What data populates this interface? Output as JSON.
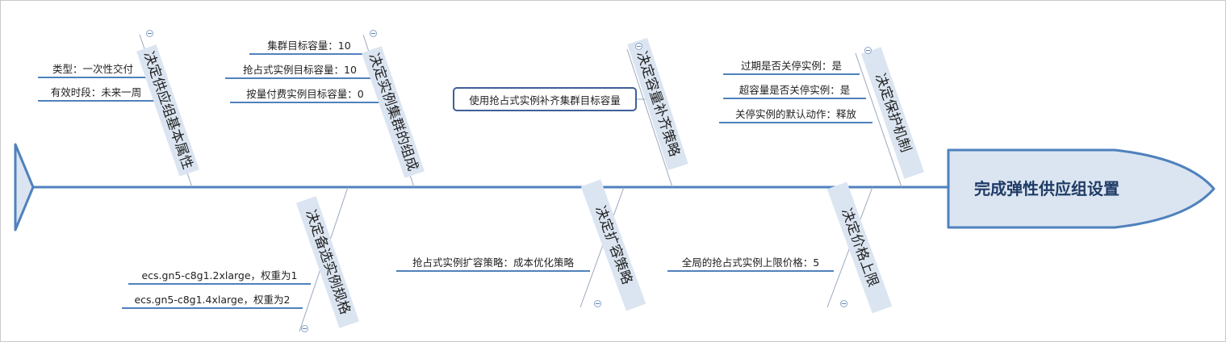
{
  "head": {
    "title": "完成弹性供应组设置"
  },
  "branches": [
    {
      "label": "决定供应组基本属性",
      "leaves": [
        "类型：一次性交付",
        "有效时段：未来一周"
      ]
    },
    {
      "label": "决定实例集群的组成",
      "leaves": [
        "集群目标容量：10",
        "抢占式实例目标容量：10",
        "按量付费实例目标容量：0"
      ]
    },
    {
      "label": "决定容量补齐策略",
      "leaves": [
        "使用抢占式实例补齐集群目标容量"
      ]
    },
    {
      "label": "决定保护机制",
      "leaves": [
        "过期是否关停实例：是",
        "超容量是否关停实例：是",
        "关停实例的默认动作：释放"
      ]
    },
    {
      "label": "决定备选实例规格",
      "leaves": [
        "ecs.gn5-c8g1.2xlarge，权重为1",
        "ecs.gn5-c8g1.4xlarge，权重为2"
      ]
    },
    {
      "label": "决定扩容策略",
      "leaves": [
        "抢占式实例扩容策略：成本优化策略"
      ]
    },
    {
      "label": "决定价格上限",
      "leaves": [
        "全局的抢占式实例上限价格：5"
      ]
    }
  ]
}
